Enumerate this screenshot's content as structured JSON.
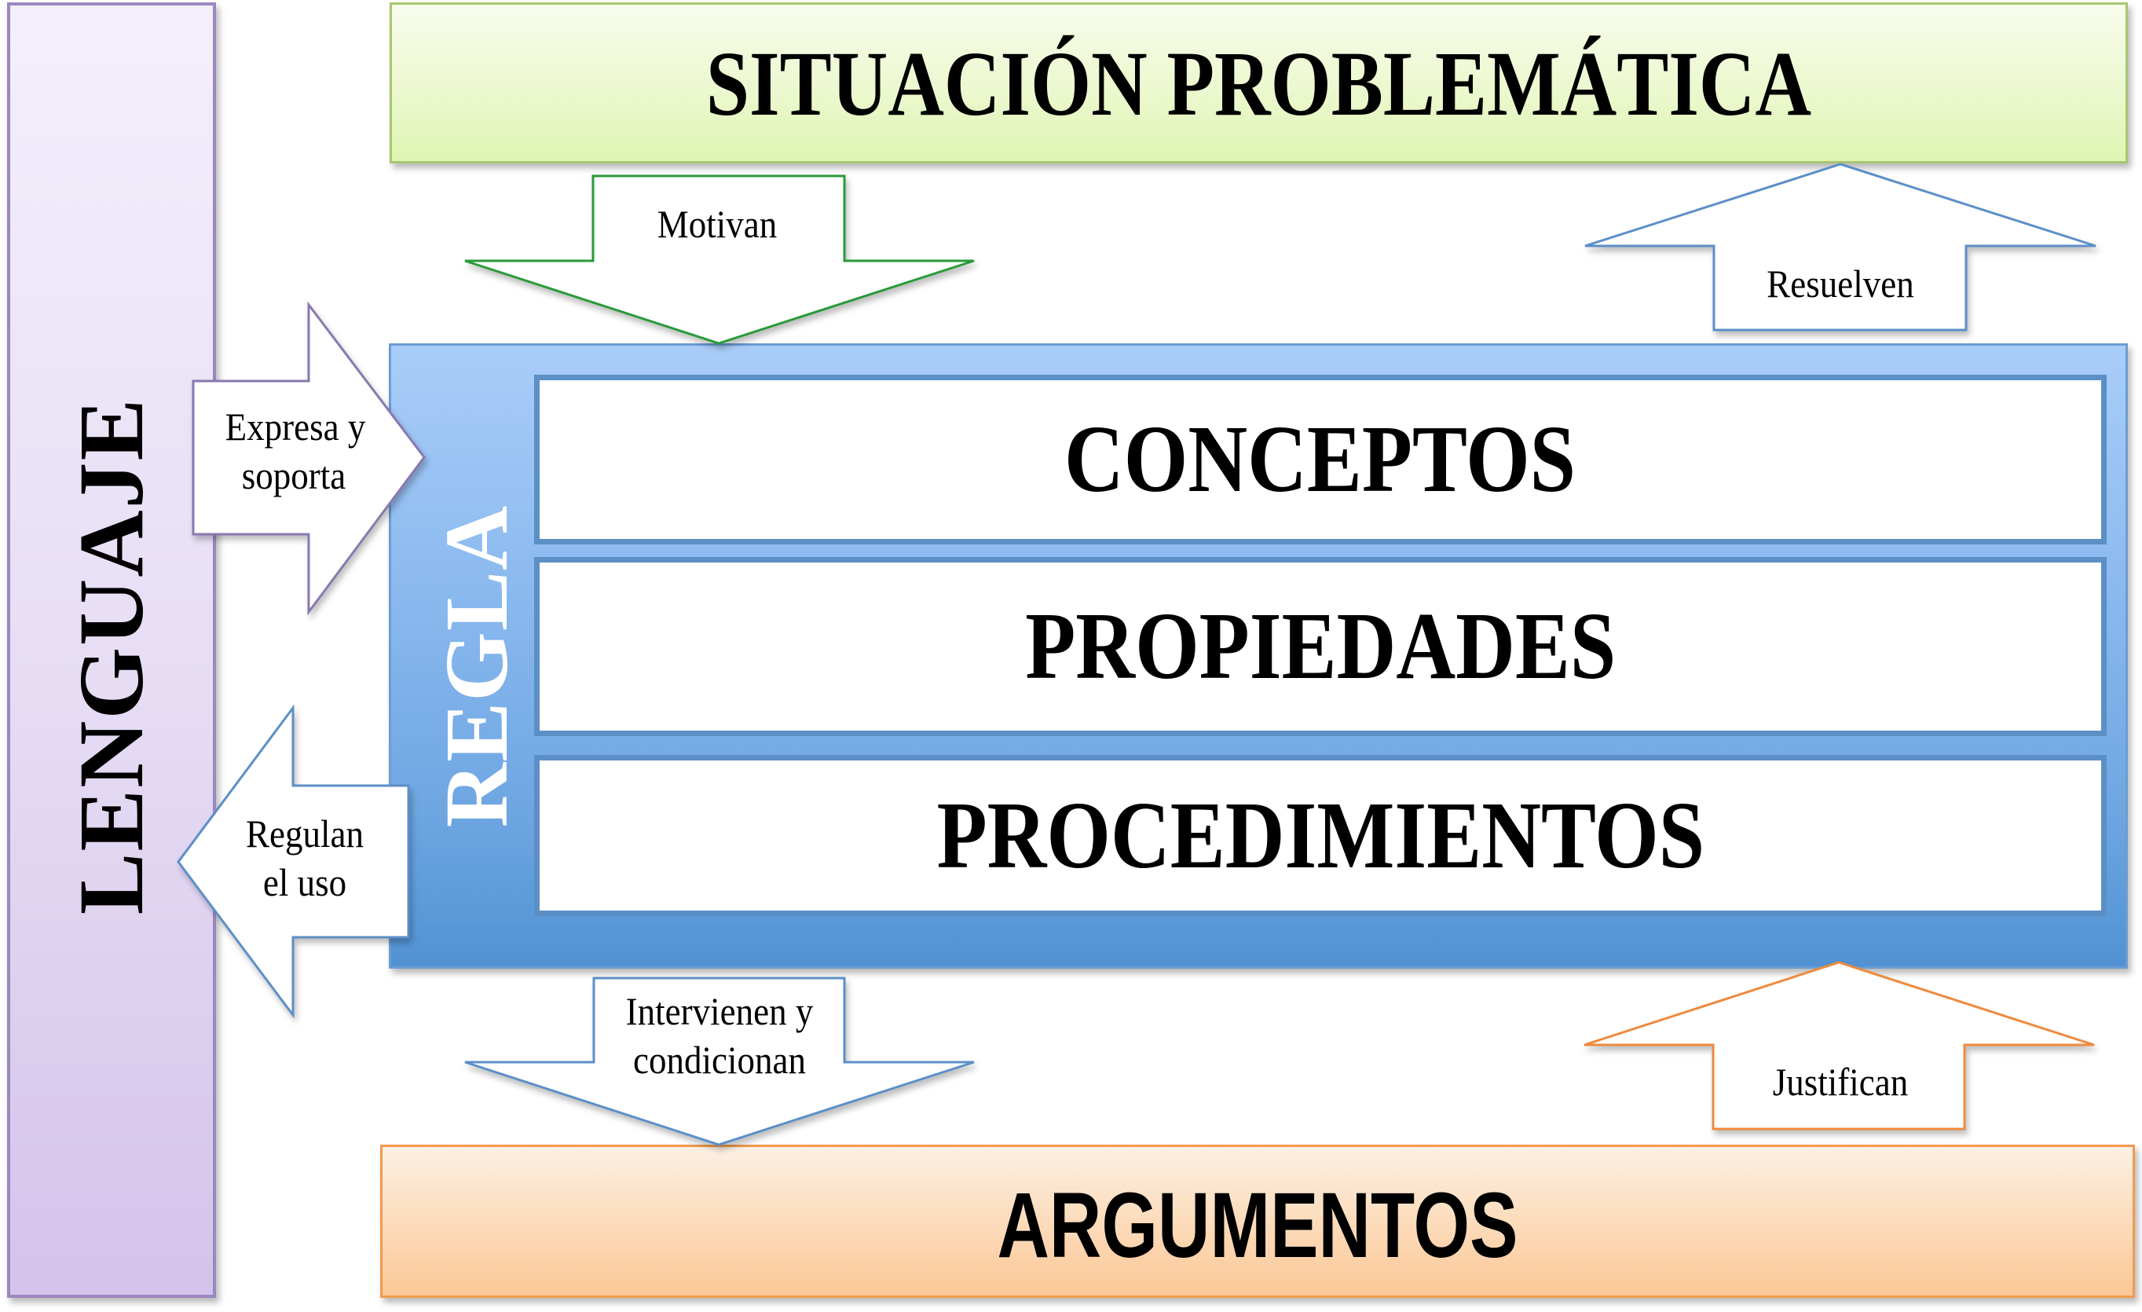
{
  "diagram": {
    "left_panel": {
      "label": "LENGUAJE",
      "fill": "#e7def5",
      "border": "#9c87c1"
    },
    "top_panel": {
      "label": "SITUACIÓN PROBLEMÁTICA",
      "fill": "#ecf8cf",
      "border": "#a9c670"
    },
    "center_panel": {
      "label": "REGLA",
      "fill": "#8ab9ee",
      "border": "#6b9dd3",
      "items": [
        {
          "label": "CONCEPTOS"
        },
        {
          "label": "PROPIEDADES"
        },
        {
          "label": "PROCEDIMIENTOS"
        }
      ]
    },
    "bottom_panel": {
      "label": "ARGUMENTOS",
      "fill": "#fcdcbc",
      "border": "#f29a4e"
    },
    "arrows": {
      "motivan": {
        "label": "Motivan",
        "direction": "down",
        "from": "SITUACIÓN PROBLEMÁTICA",
        "to": "REGLA",
        "stroke": "#2a9a3a"
      },
      "resuelven": {
        "label": "Resuelven",
        "direction": "up",
        "from": "REGLA",
        "to": "SITUACIÓN PROBLEMÁTICA",
        "stroke": "#5b8fc7"
      },
      "expresa": {
        "line1": "Expresa y",
        "line2": "soporta",
        "direction": "right",
        "from": "LENGUAJE",
        "to": "REGLA",
        "stroke": "#8a78b0"
      },
      "regulan": {
        "line1": "Regulan",
        "line2": "el uso",
        "direction": "left",
        "from": "REGLA",
        "to": "LENGUAJE",
        "stroke": "#5b8fc7"
      },
      "intervienen": {
        "line1": "Intervienen y",
        "line2": "condicionan",
        "direction": "down",
        "from": "REGLA",
        "to": "ARGUMENTOS",
        "stroke": "#5b8fc7"
      },
      "justifican": {
        "label": "Justifican",
        "direction": "up",
        "from": "ARGUMENTOS",
        "to": "REGLA",
        "stroke": "#ef8a3c"
      }
    }
  }
}
